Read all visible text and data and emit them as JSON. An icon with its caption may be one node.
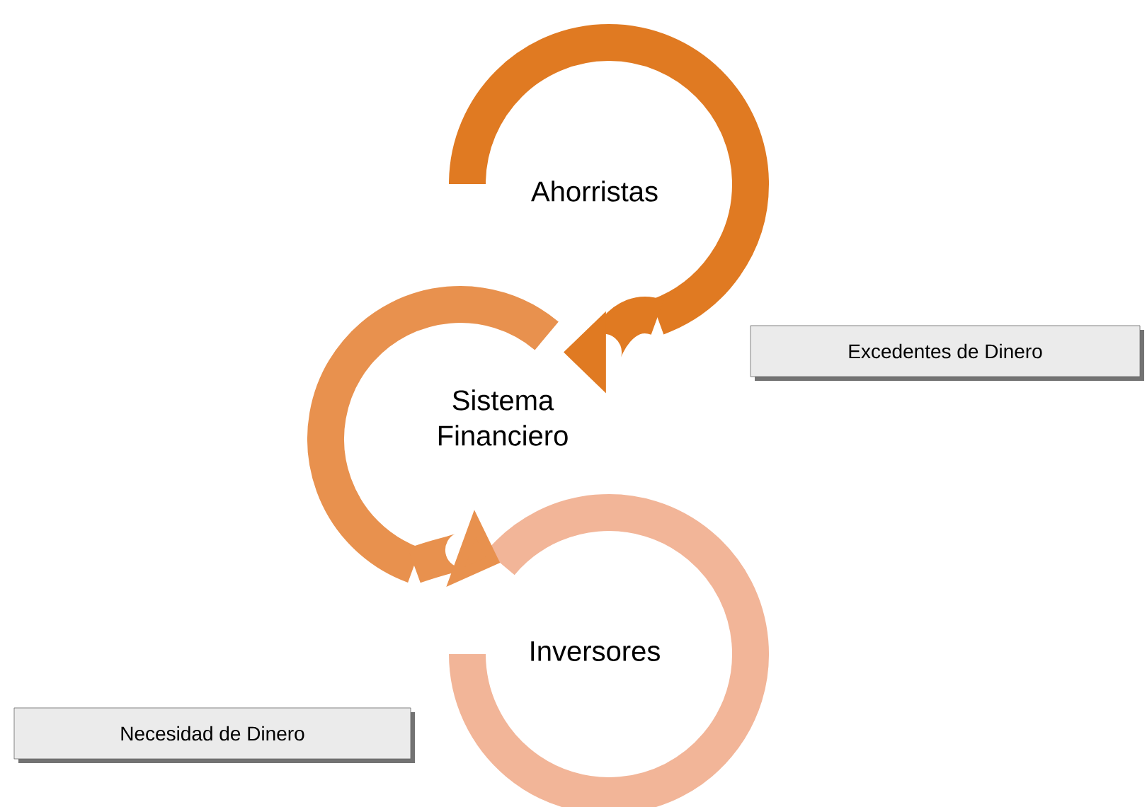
{
  "diagram": {
    "nodes": [
      {
        "text": [
          "Ahorristas"
        ]
      },
      {
        "text": [
          "Sistema Financiero"
        ]
      },
      {
        "text": [
          "Inversores"
        ]
      },
      {
        "text": [
          "Excedentes de Dinero"
        ]
      },
      {
        "text": [
          "Necesidad de Dinero"
        ]
      }
    ],
    "edges": [
      {
        "from": 0,
        "to": 1,
        "arrow": "to"
      },
      {
        "from": 1,
        "to": 2,
        "arrow": "to"
      }
    ]
  }
}
